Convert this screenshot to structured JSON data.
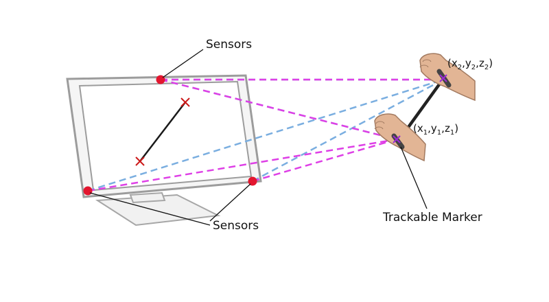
{
  "labels": {
    "sensors_top": "Sensors",
    "sensors_bottom": "Sensors",
    "trackable_marker": "Trackable Marker"
  },
  "coords": {
    "upper": {
      "x": "x",
      "y": "y",
      "z": "z",
      "sub": "2"
    },
    "lower": {
      "x": "x",
      "y": "y",
      "z": "z",
      "sub": "1"
    }
  },
  "colors": {
    "sensor": "#e3162f",
    "blue_line": "#7aaee0",
    "magenta_line": "#de3fe6",
    "cross": "#cc1a1a",
    "monitor": "#9c9c9c"
  }
}
